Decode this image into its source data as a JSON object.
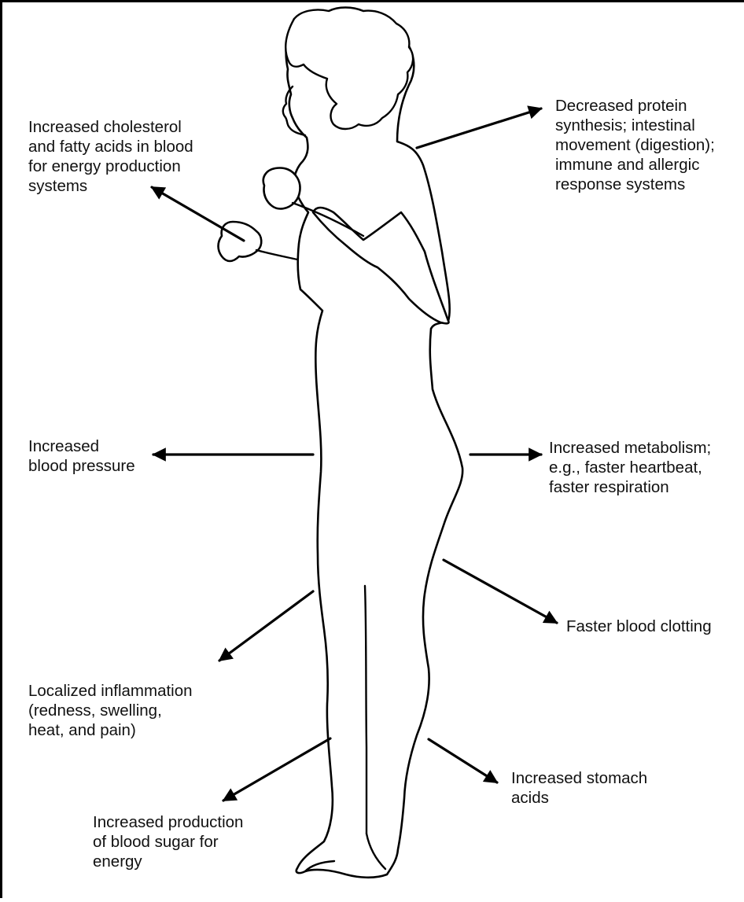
{
  "labels": {
    "cholesterol": [
      "Increased cholesterol",
      "and fatty acids in blood",
      "for energy production",
      "systems"
    ],
    "protein": [
      "Decreased protein",
      "synthesis; intestinal",
      "movement (digestion);",
      "immune and allergic",
      "response systems"
    ],
    "blood_pressure": [
      "Increased",
      "blood pressure"
    ],
    "metabolism": [
      "Increased metabolism;",
      "e.g., faster heartbeat,",
      "faster respiration"
    ],
    "clotting": [
      "Faster blood clotting"
    ],
    "inflammation": [
      "Localized inflammation",
      "(redness, swelling,",
      "heat, and pain)"
    ],
    "stomach": [
      "Increased stomach",
      "acids"
    ],
    "blood_sugar": [
      "Increased production",
      "of blood sugar for",
      "energy"
    ]
  },
  "colors": {
    "ink": "#000000",
    "paper": "#ffffff"
  }
}
